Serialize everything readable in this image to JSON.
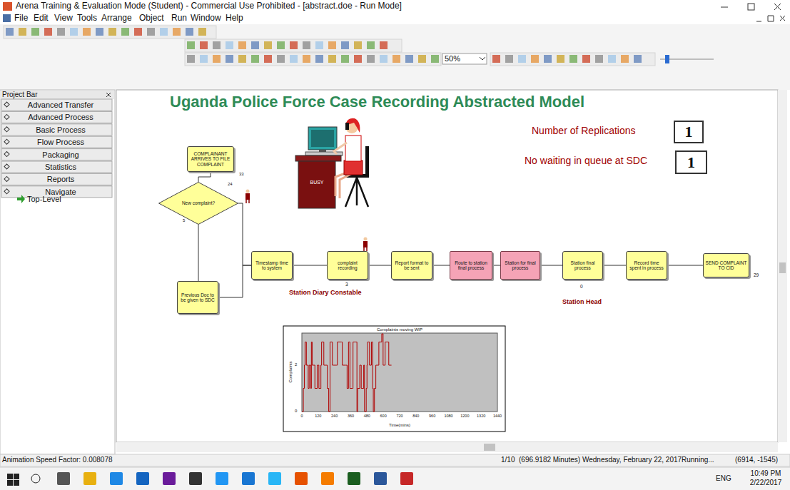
{
  "diagram": {
    "title": "Uganda Police Force Case Recording Abstracted Model",
    "nodes": [
      {
        "text": [
          "COMPLAINANT ARRIVES TO FILE COMPLAINT"
        ]
      },
      {
        "text": [
          "New complaint?"
        ]
      },
      {
        "text": [
          "Timestamp time to system"
        ]
      },
      {
        "text": [
          "complaint recording"
        ]
      },
      {
        "text": [
          "Report format to be sent"
        ]
      },
      {
        "text": [
          "Route to station final process"
        ]
      },
      {
        "text": [
          "Station for final process"
        ]
      },
      {
        "text": [
          "Station final process"
        ]
      },
      {
        "text": [
          "Record time spent in process"
        ]
      },
      {
        "text": [
          "SEND COMPLAINT TO CID"
        ]
      },
      {
        "text": [
          "Previous Doc to be given to SDC"
        ]
      }
    ],
    "edges": [
      {
        "from": 0,
        "to": 1,
        "arrow": "none"
      },
      {
        "from": 1,
        "to": 2,
        "arrow": "none"
      },
      {
        "from": 1,
        "to": 10,
        "arrow": "none"
      },
      {
        "from": 10,
        "to": 2,
        "arrow": "none"
      },
      {
        "from": 2,
        "to": 3,
        "arrow": "none"
      },
      {
        "from": 3,
        "to": 4,
        "arrow": "none"
      },
      {
        "from": 4,
        "to": 5,
        "arrow": "none"
      },
      {
        "from": 5,
        "to": 6,
        "arrow": "none"
      },
      {
        "from": 6,
        "to": 7,
        "arrow": "none"
      },
      {
        "from": 7,
        "to": 8,
        "arrow": "none"
      },
      {
        "from": 8,
        "to": 9,
        "arrow": "none"
      }
    ],
    "labels": [
      "Arena Training & Evaluation Mode (Student) - Commercial Use Prohibited - [abstract.doe - Run Mode]",
      "File",
      "Edit",
      "View",
      "Tools",
      "Arrange",
      "Object",
      "Run",
      "Window",
      "Help",
      "50%",
      "Project Bar",
      "Advanced Transfer",
      "Advanced Process",
      "Basic Process",
      "Flow Process",
      "Packaging",
      "Statistics",
      "Reports",
      "Navigate",
      "Top-Level",
      "Number of Replications",
      "1",
      "No waiting in queue  at SDC",
      "1",
      "BUSY",
      "33",
      "24",
      "5",
      "3",
      "Station Diary Constable",
      "0",
      "Station Head",
      "29",
      "Complaints moving WIP",
      "Complaints",
      "Time(mins)",
      "2",
      "0",
      "0",
      "120",
      "240",
      "360",
      "480",
      "600",
      "720",
      "840",
      "960",
      "1080",
      "1200",
      "1320",
      "1440",
      "Animation Speed Factor: 0.008078",
      "1/10",
      "(696.9182 Minutes) Wednesday, February 22, 2017",
      "Running...",
      "(6914, -1545)",
      "ENG",
      "10:49 PM",
      "2/22/2017"
    ]
  }
}
